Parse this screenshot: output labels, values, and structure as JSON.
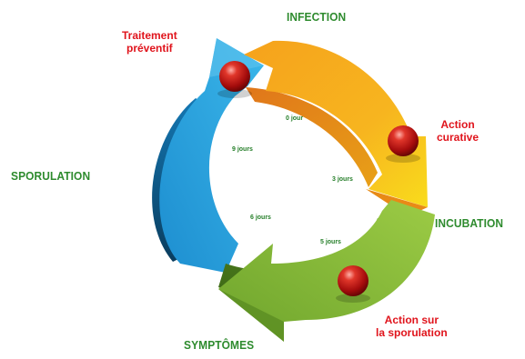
{
  "diagram": {
    "phases": {
      "infection": "INFECTION",
      "incubation": "INCUBATION",
      "symptomes": "SYMPTÔMES",
      "sporulation": "SPORULATION"
    },
    "actions": {
      "preventif": [
        "Traitement",
        "préventif"
      ],
      "curative": [
        "Action",
        "curative"
      ],
      "sporulation": [
        "Action sur",
        "la sporulation"
      ]
    },
    "days": {
      "d0": "0 jour",
      "d3": "3 jours",
      "d5": "5 jours",
      "d6": "6 jours",
      "d9": "9 jours"
    },
    "colors": {
      "orange_start": "#f7941d",
      "orange_end": "#f9d71c",
      "green_start": "#8dc63f",
      "green_end": "#5a8f1f",
      "blue_start": "#29abe2",
      "blue_end": "#0f5f8f",
      "phase_label": "#2e8b2e",
      "action_label": "#e0141c",
      "marker": "#b01010"
    }
  }
}
